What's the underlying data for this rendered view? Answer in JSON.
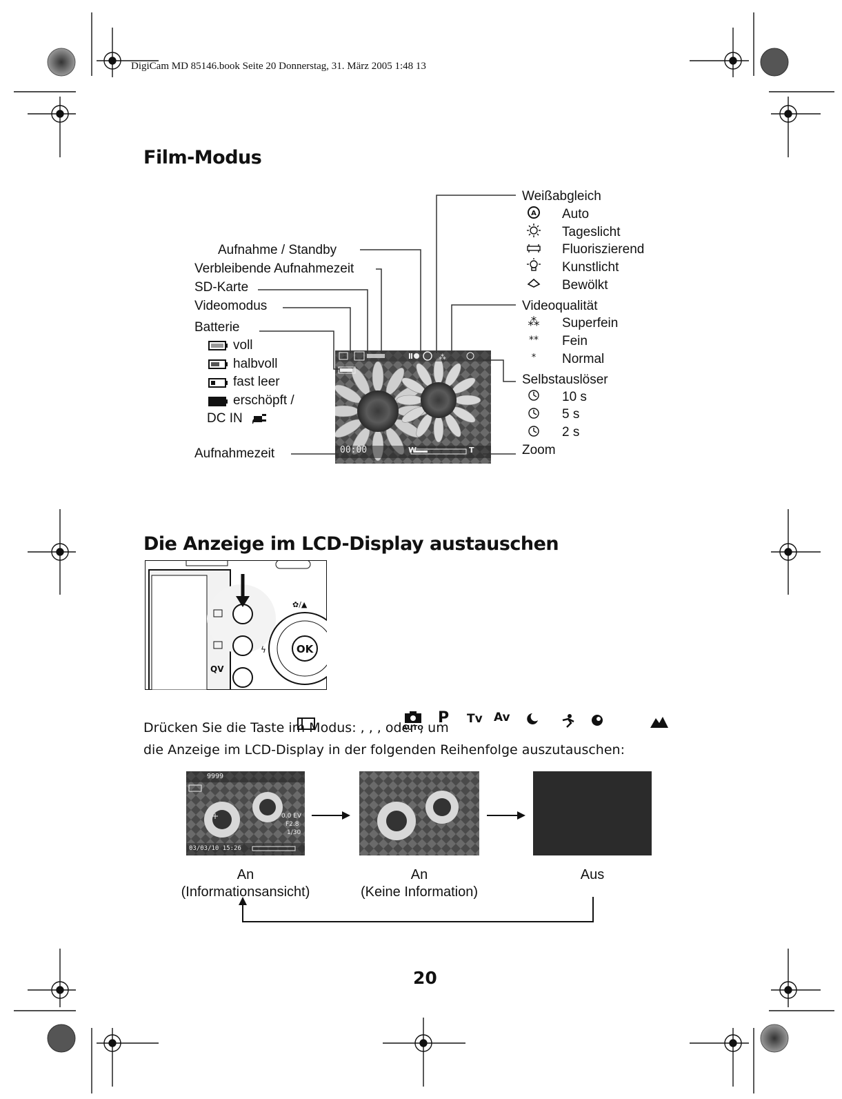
{
  "header": {
    "text": "DigiCam MD 85146.book  Seite 20  Donnerstag, 31. März 2005  1:48 13"
  },
  "section1": {
    "title": "Film-Modus",
    "screen": {
      "time": "00:00",
      "zoom_w": "W",
      "zoom_t": "T"
    },
    "left_labels": {
      "aufnahme_standby": "Aufnahme / Standby",
      "verbleibende": "Verbleibende Aufnahmezeit",
      "sd_karte": "SD-Karte",
      "videomodus": "Videomodus",
      "batterie": "Batterie",
      "battery_items": [
        "voll",
        "halbvoll",
        "fast leer",
        "erschöpft /"
      ],
      "dc_in": "DC IN",
      "aufnahmezeit": "Aufnahmezeit"
    },
    "right_labels": {
      "weissabgleich": "Weißabgleich",
      "wb_items": [
        "Auto",
        "Tageslicht",
        "Fluoriszierend",
        "Kunstlicht",
        "Bewölkt"
      ],
      "videoqualitaet": "Videoqualität",
      "vq_items": [
        "Superfein",
        "Fein",
        "Normal"
      ],
      "vq_icons": [
        "⁂",
        "**",
        "*"
      ],
      "selbstausloeser": "Selbstauslöser",
      "st_items": [
        "10 s",
        "5 s",
        "2 s"
      ],
      "zoom": "Zoom"
    }
  },
  "section2": {
    "title": "Die Anzeige im LCD-Display austauschen",
    "camera": {
      "ok": "OK",
      "qv": "QV"
    },
    "body_line1": "Drücken Sie die Taste     im Modus:  ,      ,  ,          oder   , um",
    "body_line2": "die Anzeige im LCD-Display in der folgenden Reihenfolge auszutauschen:",
    "mode_icons": {
      "auto": "AUTO",
      "p": "P",
      "tv": "Tv",
      "av": "Av"
    },
    "screens": [
      {
        "line1": "An",
        "line2": "(Informationsansicht)",
        "info_counter": "9999",
        "info_date": "03/03/10  15:26",
        "info_ev": "0.0 EV",
        "info_f": "F2.8",
        "info_s": "1/30"
      },
      {
        "line1": "An",
        "line2": "(Keine Information)"
      },
      {
        "line1": "Aus",
        "line2": ""
      }
    ]
  },
  "page_number": "20",
  "colors": {
    "text": "#111111",
    "screen_dark": "#2b2b2b"
  }
}
